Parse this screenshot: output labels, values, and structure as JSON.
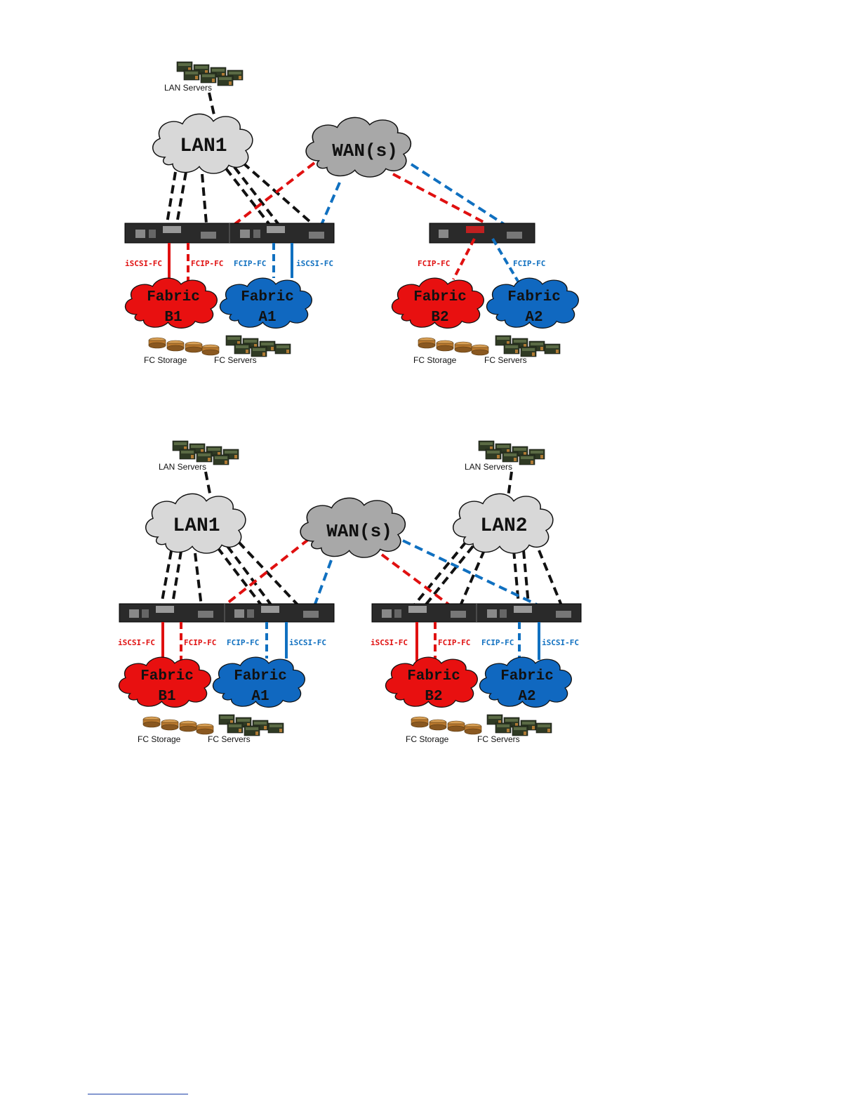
{
  "colors": {
    "red": "#e01010",
    "blue": "#1070c0",
    "black": "#111111",
    "lan_cloud": "#d8d8d8",
    "wan_cloud": "#a8a8a8",
    "switch": "#2a2a2a",
    "storage": "#c8883a",
    "server": "#3e4a2e"
  },
  "diagram1": {
    "lan_servers_label": "LAN Servers",
    "lan1_label": "LAN1",
    "wan_label": "WAN(s)",
    "link_labels": {
      "iscsi_b1": "iSCSI-FC",
      "fcip_b1": "FCIP-FC",
      "fcip_a1": "FCIP-FC",
      "iscsi_a1": "iSCSI-FC",
      "fcip_b2": "FCIP-FC",
      "fcip_a2": "FCIP-FC"
    },
    "fabric_b1": {
      "line1": "Fabric",
      "line2": "B1"
    },
    "fabric_a1": {
      "line1": "Fabric",
      "line2": "A1"
    },
    "fabric_b2": {
      "line1": "Fabric",
      "line2": "B2"
    },
    "fabric_a2": {
      "line1": "Fabric",
      "line2": "A2"
    },
    "fc_storage_left": "FC Storage",
    "fc_servers_left": "FC Servers",
    "fc_storage_right": "FC Storage",
    "fc_servers_right": "FC Servers"
  },
  "diagram2": {
    "lan_servers_left_label": "LAN Servers",
    "lan_servers_right_label": "LAN Servers",
    "lan1_label": "LAN1",
    "lan2_label": "LAN2",
    "wan_label": "WAN(s)",
    "link_labels": {
      "iscsi_b1": "iSCSI-FC",
      "fcip_b1": "FCIP-FC",
      "fcip_a1": "FCIP-FC",
      "iscsi_a1": "iSCSI-FC",
      "iscsi_b2": "iSCSI-FC",
      "fcip_b2": "FCIP-FC",
      "fcip_a2": "FCIP-FC",
      "iscsi_a2": "iSCSI-FC"
    },
    "fabric_b1": {
      "line1": "Fabric",
      "line2": "B1"
    },
    "fabric_a1": {
      "line1": "Fabric",
      "line2": "A1"
    },
    "fabric_b2": {
      "line1": "Fabric",
      "line2": "B2"
    },
    "fabric_a2": {
      "line1": "Fabric",
      "line2": "A2"
    },
    "fc_storage_left": "FC Storage",
    "fc_servers_left": "FC Servers",
    "fc_storage_right": "FC Storage",
    "fc_servers_right": "FC Servers"
  }
}
